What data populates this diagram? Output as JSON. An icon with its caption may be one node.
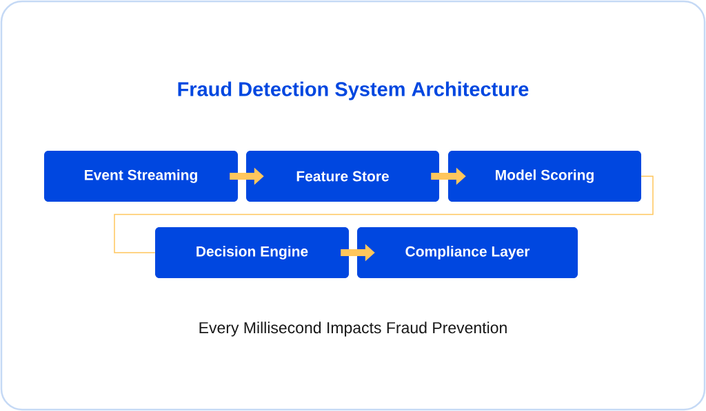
{
  "diagram": {
    "title": "Fraud Detection System Architecture",
    "caption": "Every Millisecond Impacts Fraud Prevention",
    "nodes": [
      {
        "text": [
          "Event Streaming"
        ]
      },
      {
        "text": [
          "Feature Store"
        ]
      },
      {
        "text": [
          "Model Scoring"
        ]
      },
      {
        "text": [
          "Decision Engine"
        ]
      },
      {
        "text": [
          "Compliance Layer"
        ]
      }
    ],
    "edges": [
      {
        "from": 0,
        "to": 1,
        "arrow": "to"
      },
      {
        "from": 1,
        "to": 2,
        "arrow": "to"
      },
      {
        "from": 2,
        "to": 3,
        "arrow": "none"
      },
      {
        "from": 3,
        "to": 4,
        "arrow": "to"
      }
    ]
  }
}
